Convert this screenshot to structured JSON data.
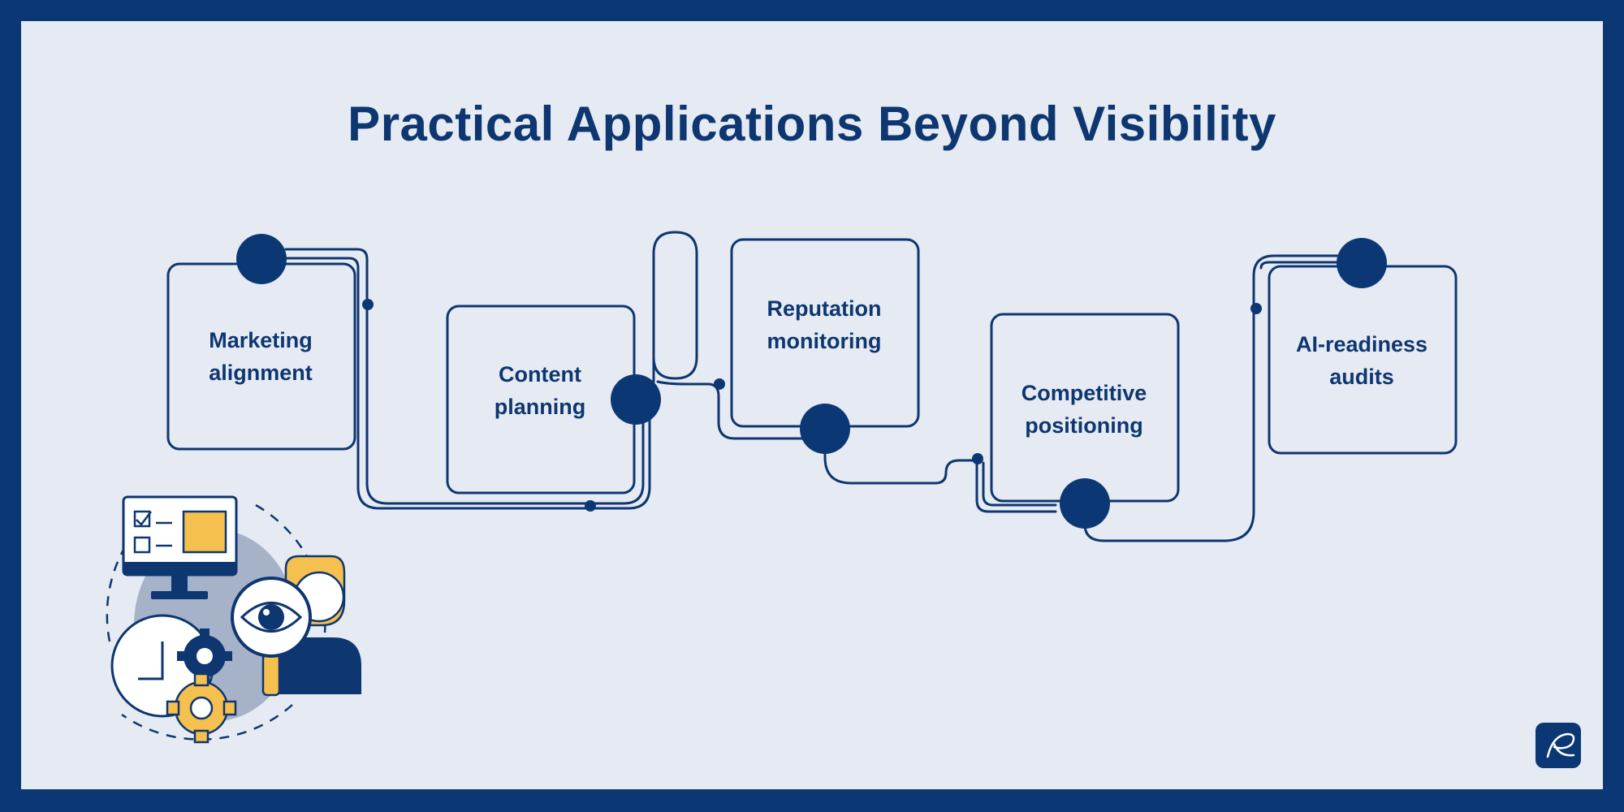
{
  "title": "Practical Applications Beyond Visibility",
  "steps": [
    {
      "line1": "Marketing",
      "line2": "alignment"
    },
    {
      "line1": "Content",
      "line2": "planning"
    },
    {
      "line1": "Reputation",
      "line2": "monitoring"
    },
    {
      "line1": "Competitive",
      "line2": "positioning"
    },
    {
      "line1": "AI-readiness",
      "line2": "audits"
    }
  ],
  "colors": {
    "navy": "#0b3874",
    "background": "#e6ebf3",
    "accent_yellow": "#f6c04f",
    "accent_gray": "#9aa8c0"
  },
  "icons": [
    "monitor-checklist-icon",
    "eye-magnifier-icon",
    "person-icon",
    "clock-icon",
    "gear-icon",
    "brand-logo-icon"
  ]
}
